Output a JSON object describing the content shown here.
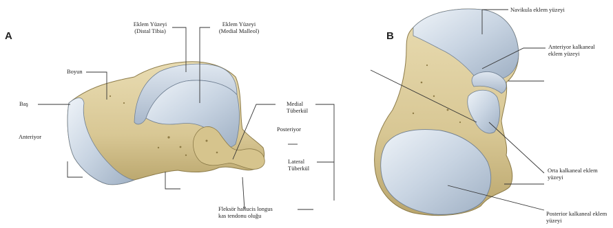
{
  "panels": {
    "a": "A",
    "b": "B"
  },
  "labels_a": {
    "eklem_distal": "Eklem Yüzeyi\n(Distal Tibia)",
    "eklem_medial": "Eklem Yüzeyi\n(Medial Malleol)",
    "boyun": "Boyun",
    "bas": "Baş",
    "anteriyor": "Anteriyor",
    "medial_tuberkul": "Medial\nTüberkül",
    "posteriyor": "Posteriyor",
    "lateral_tuberkul": "Lateral\nTüberkül",
    "fleksor": "Fleksör hallucis longus\nkas tendonu oluğu"
  },
  "labels_b": {
    "navikula": "Navikula eklem yüzeyi",
    "anteriyor_kalkaneal": "Anteriyor kalkaneal\neklem yüzeyi",
    "orta_kalkaneal": "Orta kalkaneal eklem\nyüzeyi",
    "posterior_kalkaneal": "Posterior kalkaneal eklem\nyüzeyi"
  },
  "colors": {
    "bone": "#dccd9c",
    "bone_shadow": "#b7a46c",
    "cartilage": "#bdcad9",
    "cartilage_light": "#e6edf5",
    "leader_line": "#333333"
  }
}
